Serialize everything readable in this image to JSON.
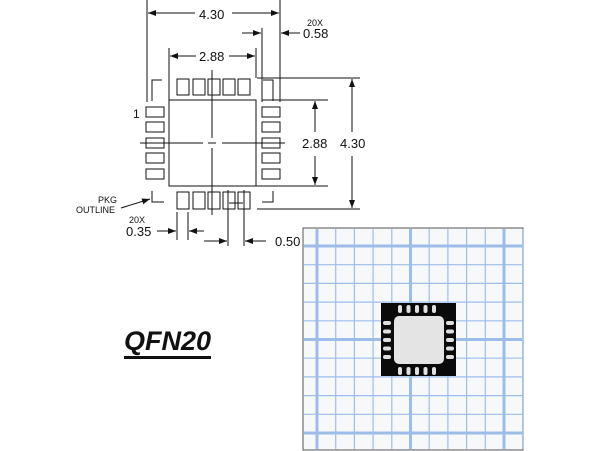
{
  "drawing": {
    "overall_width": "4.30",
    "overall_height": "4.30",
    "pad_length_count": "20X",
    "pad_length": "0.58",
    "pad_area_width": "2.88",
    "pad_area_height": "2.88",
    "pin1_label": "1",
    "outline_label_line1": "PKG",
    "outline_label_line2": "OUTLINE",
    "pad_width_count": "20X",
    "pad_width": "0.35",
    "pitch": "0.50"
  },
  "package_name": "QFN20",
  "colors": {
    "line": "#111111",
    "grid": "#8fb4e6",
    "chip": "#0a0a0a"
  }
}
